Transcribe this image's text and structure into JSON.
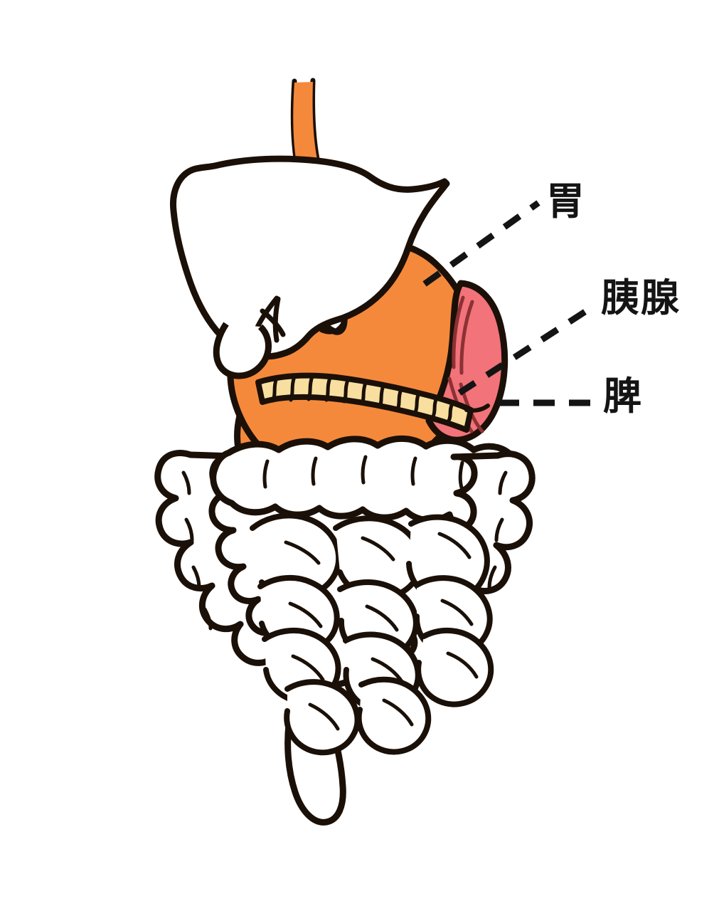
{
  "figure": {
    "kind": "anatomical-illustration",
    "subject": "human upper digestive organs",
    "background_color": "#ffffff",
    "outline_color": "#1a1008"
  },
  "labels": [
    {
      "id": "stomach",
      "text": "胃",
      "leader_style": "dashed",
      "leader_from": [
        597,
        399
      ],
      "leader_to": [
        757,
        285
      ]
    },
    {
      "id": "pancreas",
      "text": "胰腺",
      "leader_style": "dashed",
      "leader_from": [
        646,
        552
      ],
      "leader_to": [
        832,
        432
      ]
    },
    {
      "id": "spleen",
      "text": "脾",
      "leader_style": "dashed",
      "leader_from": [
        700,
        566
      ],
      "leader_to": [
        833,
        566
      ]
    }
  ],
  "organs": [
    {
      "id": "esophagus",
      "name": "esophagus",
      "fill": "#F5893B",
      "stroke": "#1a1008"
    },
    {
      "id": "stomach",
      "name": "stomach",
      "fill": "#F5893B",
      "stroke": "#1a1008"
    },
    {
      "id": "liver",
      "name": "liver",
      "fill": "#ffffff",
      "stroke": "#1a1008"
    },
    {
      "id": "gallbladder",
      "name": "gallbladder",
      "fill": "#ffffff",
      "stroke": "#1a1008"
    },
    {
      "id": "spleen",
      "name": "spleen",
      "fill": "#F2737A",
      "stroke": "#1a1008"
    },
    {
      "id": "pancreas",
      "name": "pancreas",
      "fill": "#F8DFA0",
      "stroke": "#1a1008"
    },
    {
      "id": "large-intestine",
      "name": "large intestine",
      "fill": "#ffffff",
      "stroke": "#1a1008"
    },
    {
      "id": "small-intestine",
      "name": "small intestine",
      "fill": "#ffffff",
      "stroke": "#1a1008"
    },
    {
      "id": "rectum",
      "name": "rectum",
      "fill": "#ffffff",
      "stroke": "#1a1008"
    }
  ],
  "colors": {
    "orange": "#F5893B",
    "salmon": "#F2737A",
    "salmon_dark": "#8C3134",
    "cream": "#F8DFA0",
    "white": "#ffffff",
    "ink": "#1a1008",
    "label_ink": "#141414"
  }
}
